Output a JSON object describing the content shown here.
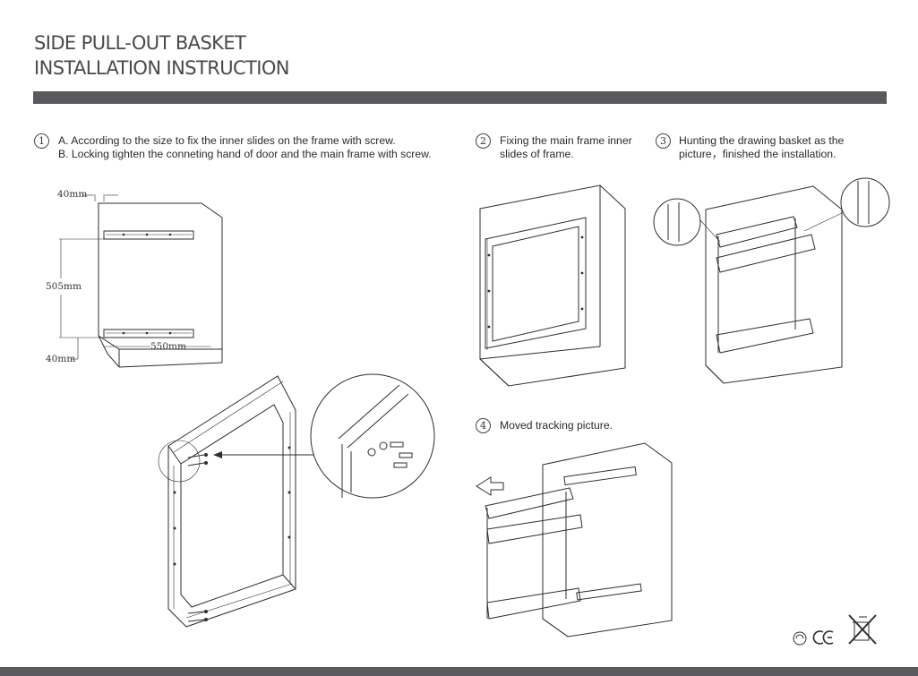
{
  "header": {
    "title_line1": "SIDE PULL-OUT BASKET",
    "title_line2": "INSTALLATION INSTRUCTION"
  },
  "steps": [
    {
      "number": "1",
      "lines": [
        "A.  According to the size to fix the inner slides on the frame with screw.",
        "B.  Locking tighten the conneting hand of door and the main frame with screw."
      ]
    },
    {
      "number": "2",
      "lines": [
        "Fixing the main frame inner",
        "slides of frame."
      ]
    },
    {
      "number": "3",
      "lines": [
        "Hunting the drawing basket as the",
        "picture，finished the installation."
      ]
    },
    {
      "number": "4",
      "lines": [
        "Moved tracking picture."
      ]
    }
  ],
  "dimensions": {
    "top_offset": "40mm",
    "height": "505mm",
    "depth": "550mm",
    "bottom_offset": "40mm"
  },
  "icons": [
    "recycle-mark-icon",
    "ce-mark-icon",
    "weee-bin-icon"
  ],
  "colors": {
    "bar": "#5a5a5c",
    "line": "#2e2e2e"
  }
}
